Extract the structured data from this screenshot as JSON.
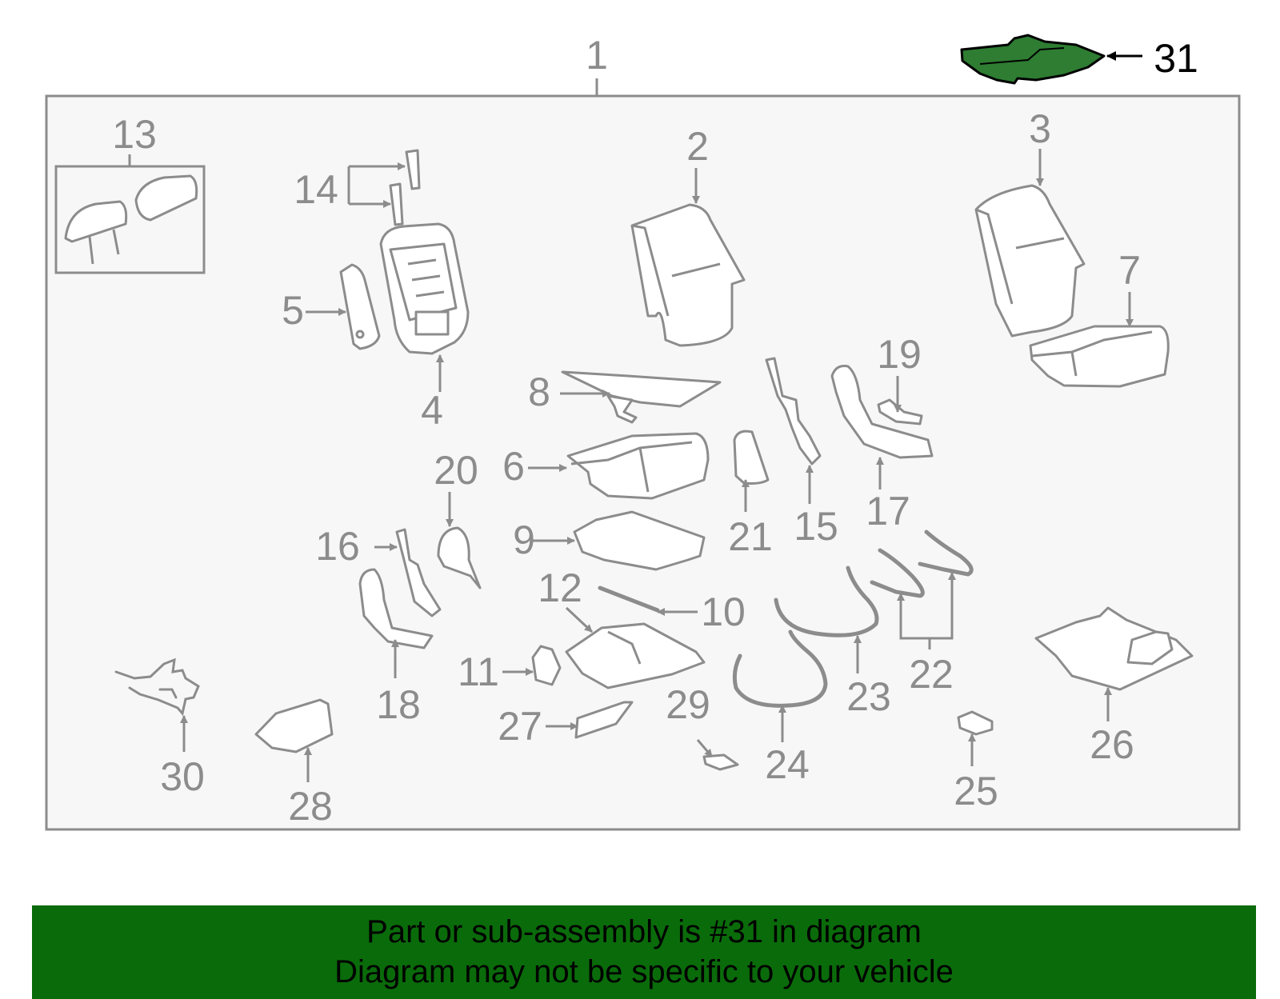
{
  "diagram": {
    "highlighted_part": "31",
    "callouts": [
      "1",
      "2",
      "3",
      "4",
      "5",
      "6",
      "7",
      "8",
      "9",
      "10",
      "11",
      "12",
      "13",
      "14",
      "15",
      "16",
      "17",
      "18",
      "19",
      "20",
      "21",
      "22",
      "23",
      "24",
      "25",
      "26",
      "27",
      "28",
      "29",
      "30",
      "31"
    ]
  },
  "banner": {
    "line1": "Part or sub-assembly is #31 in diagram",
    "line2": "Diagram may not be specific to your vehicle"
  },
  "colors": {
    "highlight_part": "#2e7d32",
    "banner_background": "#0a6b0a",
    "line_gray": "#8c8c8c",
    "frame_fill": "#f7f7f7"
  }
}
